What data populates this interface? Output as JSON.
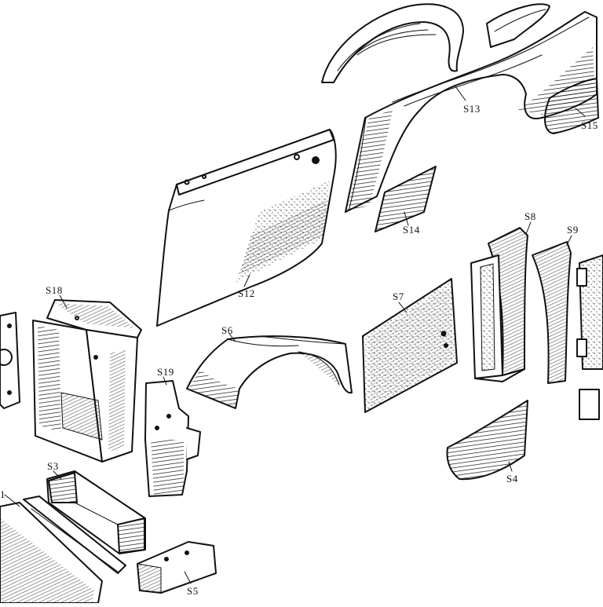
{
  "diagram": {
    "labels": {
      "s1": "1",
      "s3": "S3",
      "s4": "S4",
      "s5": "S5",
      "s6": "S6",
      "s7": "S7",
      "s8": "S8",
      "s9": "S9",
      "s12": "S12",
      "s13": "S13",
      "s14": "S14",
      "s15": "S15",
      "s18": "S18",
      "s19": "S19"
    },
    "colors": {
      "ink": "#111111",
      "paper": "#ffffff"
    }
  }
}
